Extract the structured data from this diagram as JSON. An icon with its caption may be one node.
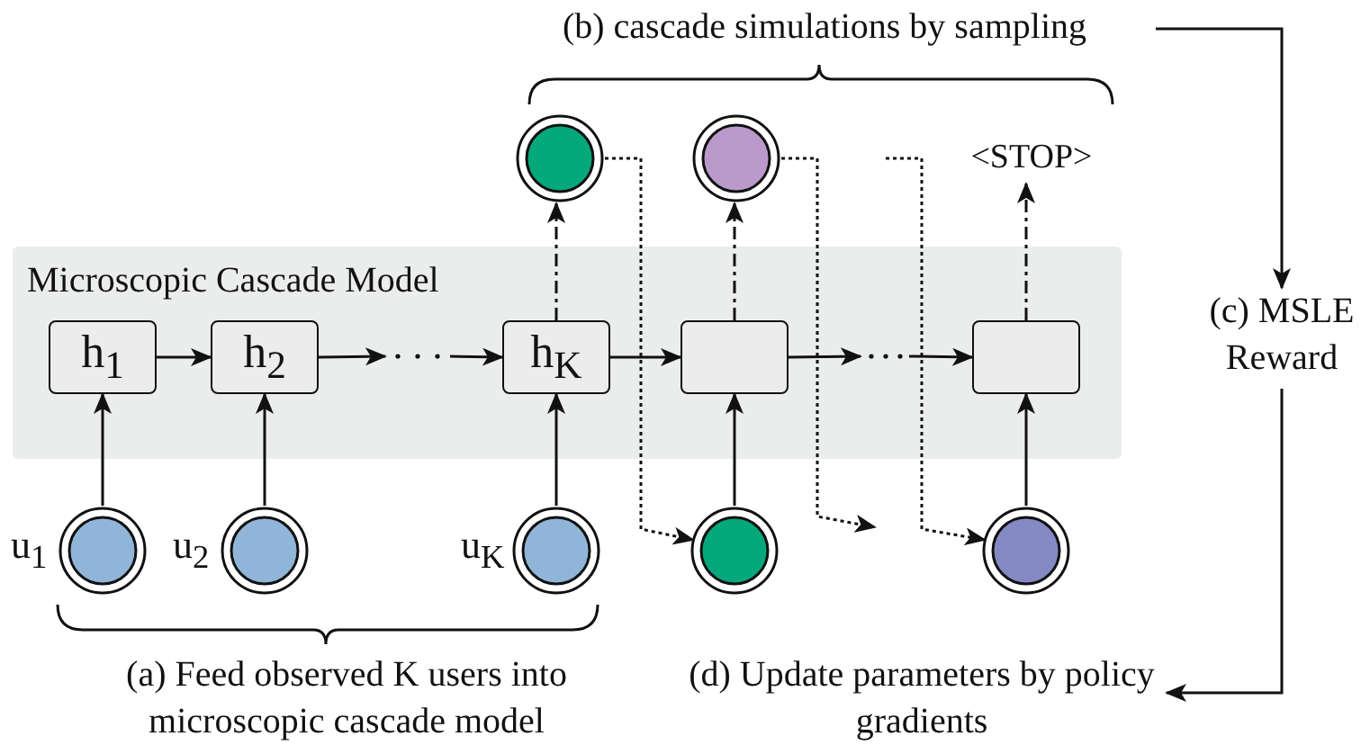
{
  "diagram": {
    "nodes": [
      {
        "text": [
          "Microscopic Cascade Model"
        ]
      },
      {
        "text": [
          "(b) cascade simulations by sampling"
        ]
      },
      {
        "text": [],
        "shape": "circle"
      },
      {
        "text": [],
        "shape": "circle"
      },
      {
        "text": [
          "<STOP>"
        ]
      },
      {
        "text": [
          "h$_{1}$"
        ],
        "in": 0
      },
      {
        "text": [
          "h$_{2}$"
        ],
        "in": 0
      },
      {
        "text": [
          "h$_{K}$"
        ],
        "in": 0
      },
      {
        "text": [],
        "shape": "box",
        "in": 0
      },
      {
        "text": [],
        "shape": "box",
        "in": 0
      },
      {
        "text": [
          "(c) MSLE Reward"
        ]
      },
      {
        "text": [],
        "shape": "circle",
        "beside": [
          "u$_{1}$"
        ]
      },
      {
        "text": [],
        "shape": "circle",
        "beside": [
          "u$_{2}$"
        ]
      },
      {
        "text": [],
        "shape": "circle",
        "beside": [
          "u$_{K}$"
        ]
      },
      {
        "text": [],
        "shape": "circle"
      },
      {
        "text": [],
        "shape": "circle"
      },
      {
        "text": [
          "(a) Feed observed K users into microscopic cascade model"
        ]
      },
      {
        "text": [
          "(d) Update parameters by policy gradients"
        ]
      }
    ],
    "edges": [
      {
        "from": 5,
        "to": 6,
        "arrow": "to"
      },
      {
        "from": 6,
        "to": null,
        "arrow": "to"
      },
      {
        "from": null,
        "to": 7,
        "arrow": "to"
      },
      {
        "from": 7,
        "to": 8,
        "arrow": "to"
      },
      {
        "from": 8,
        "to": null,
        "arrow": "to"
      },
      {
        "from": null,
        "to": 9,
        "arrow": "to"
      },
      {
        "from": 11,
        "to": 5,
        "arrow": "to"
      },
      {
        "from": 12,
        "to": 6,
        "arrow": "to"
      },
      {
        "from": 13,
        "to": 7,
        "arrow": "to"
      },
      {
        "from": 14,
        "to": 8,
        "arrow": "to"
      },
      {
        "from": 15,
        "to": 9,
        "arrow": "to"
      },
      {
        "from": 7,
        "to": 2,
        "arrow": "to",
        "style": "dashed"
      },
      {
        "from": 8,
        "to": 3,
        "arrow": "to",
        "style": "dashed"
      },
      {
        "from": 9,
        "to": 4,
        "arrow": "to",
        "style": "dashed"
      },
      {
        "from": 2,
        "to": 14,
        "arrow": "to",
        "style": "dashed"
      },
      {
        "from": 3,
        "to": null,
        "arrow": "to",
        "style": "dashed"
      },
      {
        "from": null,
        "to": 15,
        "arrow": "to",
        "style": "dashed"
      },
      {
        "from": 1,
        "to": 10,
        "arrow": "to"
      },
      {
        "from": 10,
        "to": 17,
        "arrow": "to"
      }
    ]
  }
}
